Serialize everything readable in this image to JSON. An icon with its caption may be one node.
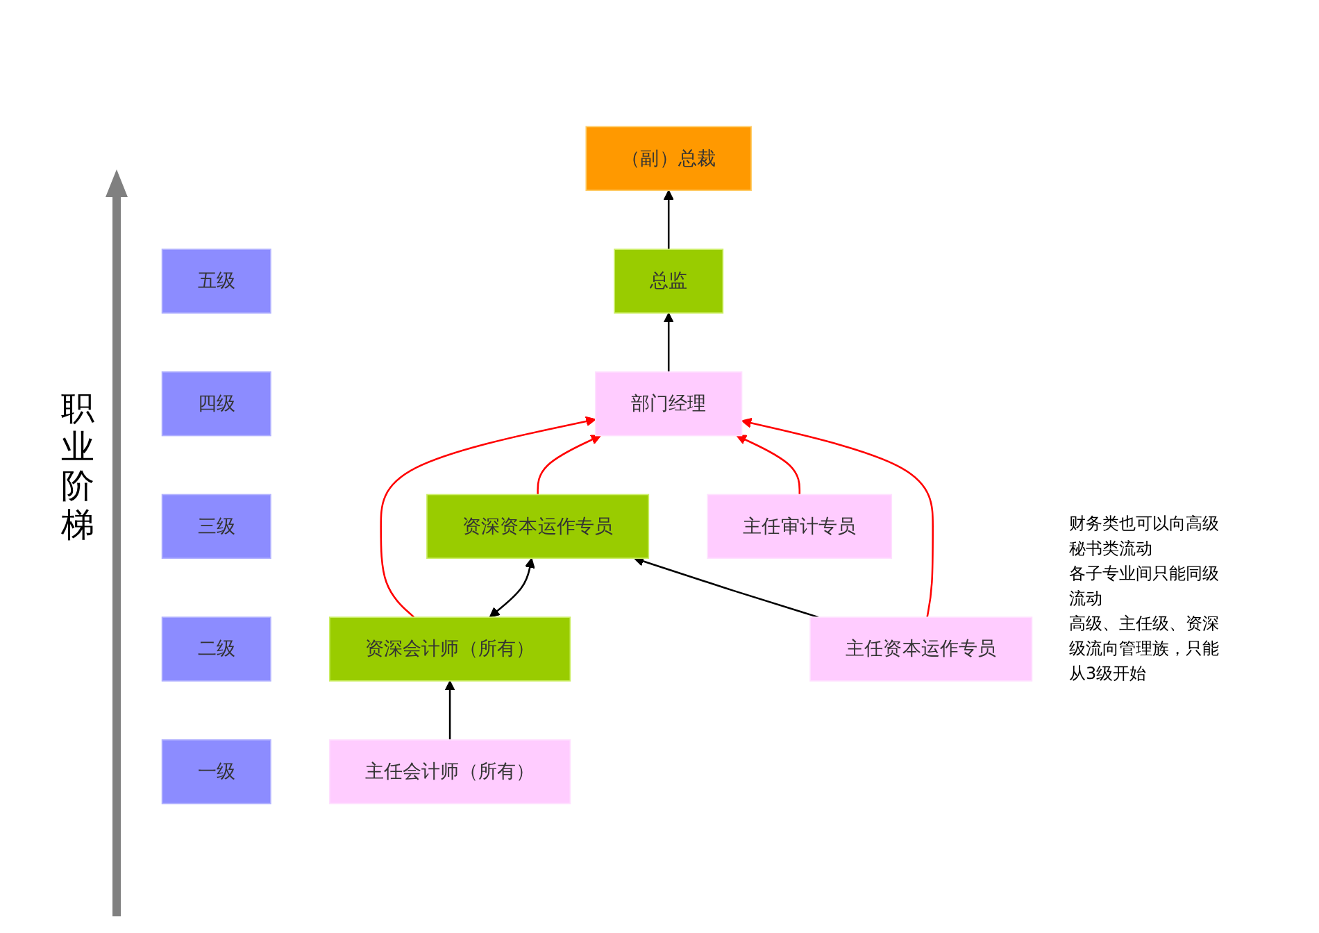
{
  "diagram": {
    "nodes": [
      {
        "text": [
          "五级"
        ]
      },
      {
        "text": [
          "四级"
        ]
      },
      {
        "text": [
          "三级"
        ]
      },
      {
        "text": [
          "二级"
        ]
      },
      {
        "text": [
          "一级"
        ]
      },
      {
        "text": [
          "（副）总裁"
        ]
      },
      {
        "text": [
          "总监"
        ]
      },
      {
        "text": [
          "部门经理"
        ]
      },
      {
        "text": [
          "资深会计师（所有）"
        ]
      },
      {
        "text": [
          "资深资本运作专员"
        ]
      },
      {
        "text": [
          "主任审计专员"
        ]
      },
      {
        "text": [
          "主任会计师（所有）"
        ]
      },
      {
        "text": [
          "主任资本运作专员"
        ]
      }
    ],
    "edges": [
      {
        "from": 6,
        "to": 5,
        "arrow": "to"
      },
      {
        "from": 7,
        "to": 6,
        "arrow": "to"
      },
      {
        "from": 8,
        "to": 9,
        "arrow": "both"
      },
      {
        "from": 11,
        "to": 8,
        "arrow": "to"
      },
      {
        "from": 12,
        "to": 9,
        "arrow": "to"
      },
      {
        "from": 8,
        "to": 7,
        "arrow": "to",
        "color": "#ff0000"
      },
      {
        "from": 9,
        "to": 7,
        "arrow": "to",
        "color": "#ff0000"
      },
      {
        "from": 10,
        "to": 7,
        "arrow": "to",
        "color": "#ff0000"
      },
      {
        "from": 12,
        "to": 7,
        "arrow": "to",
        "color": "#ff0000"
      }
    ],
    "labels": [
      "职业阶梯",
      "财务类也可以向高级秘书类流动",
      "各子专业间只能同级流动",
      "高级、主任级、资深级流向管理族，只能从3级开始"
    ]
  }
}
